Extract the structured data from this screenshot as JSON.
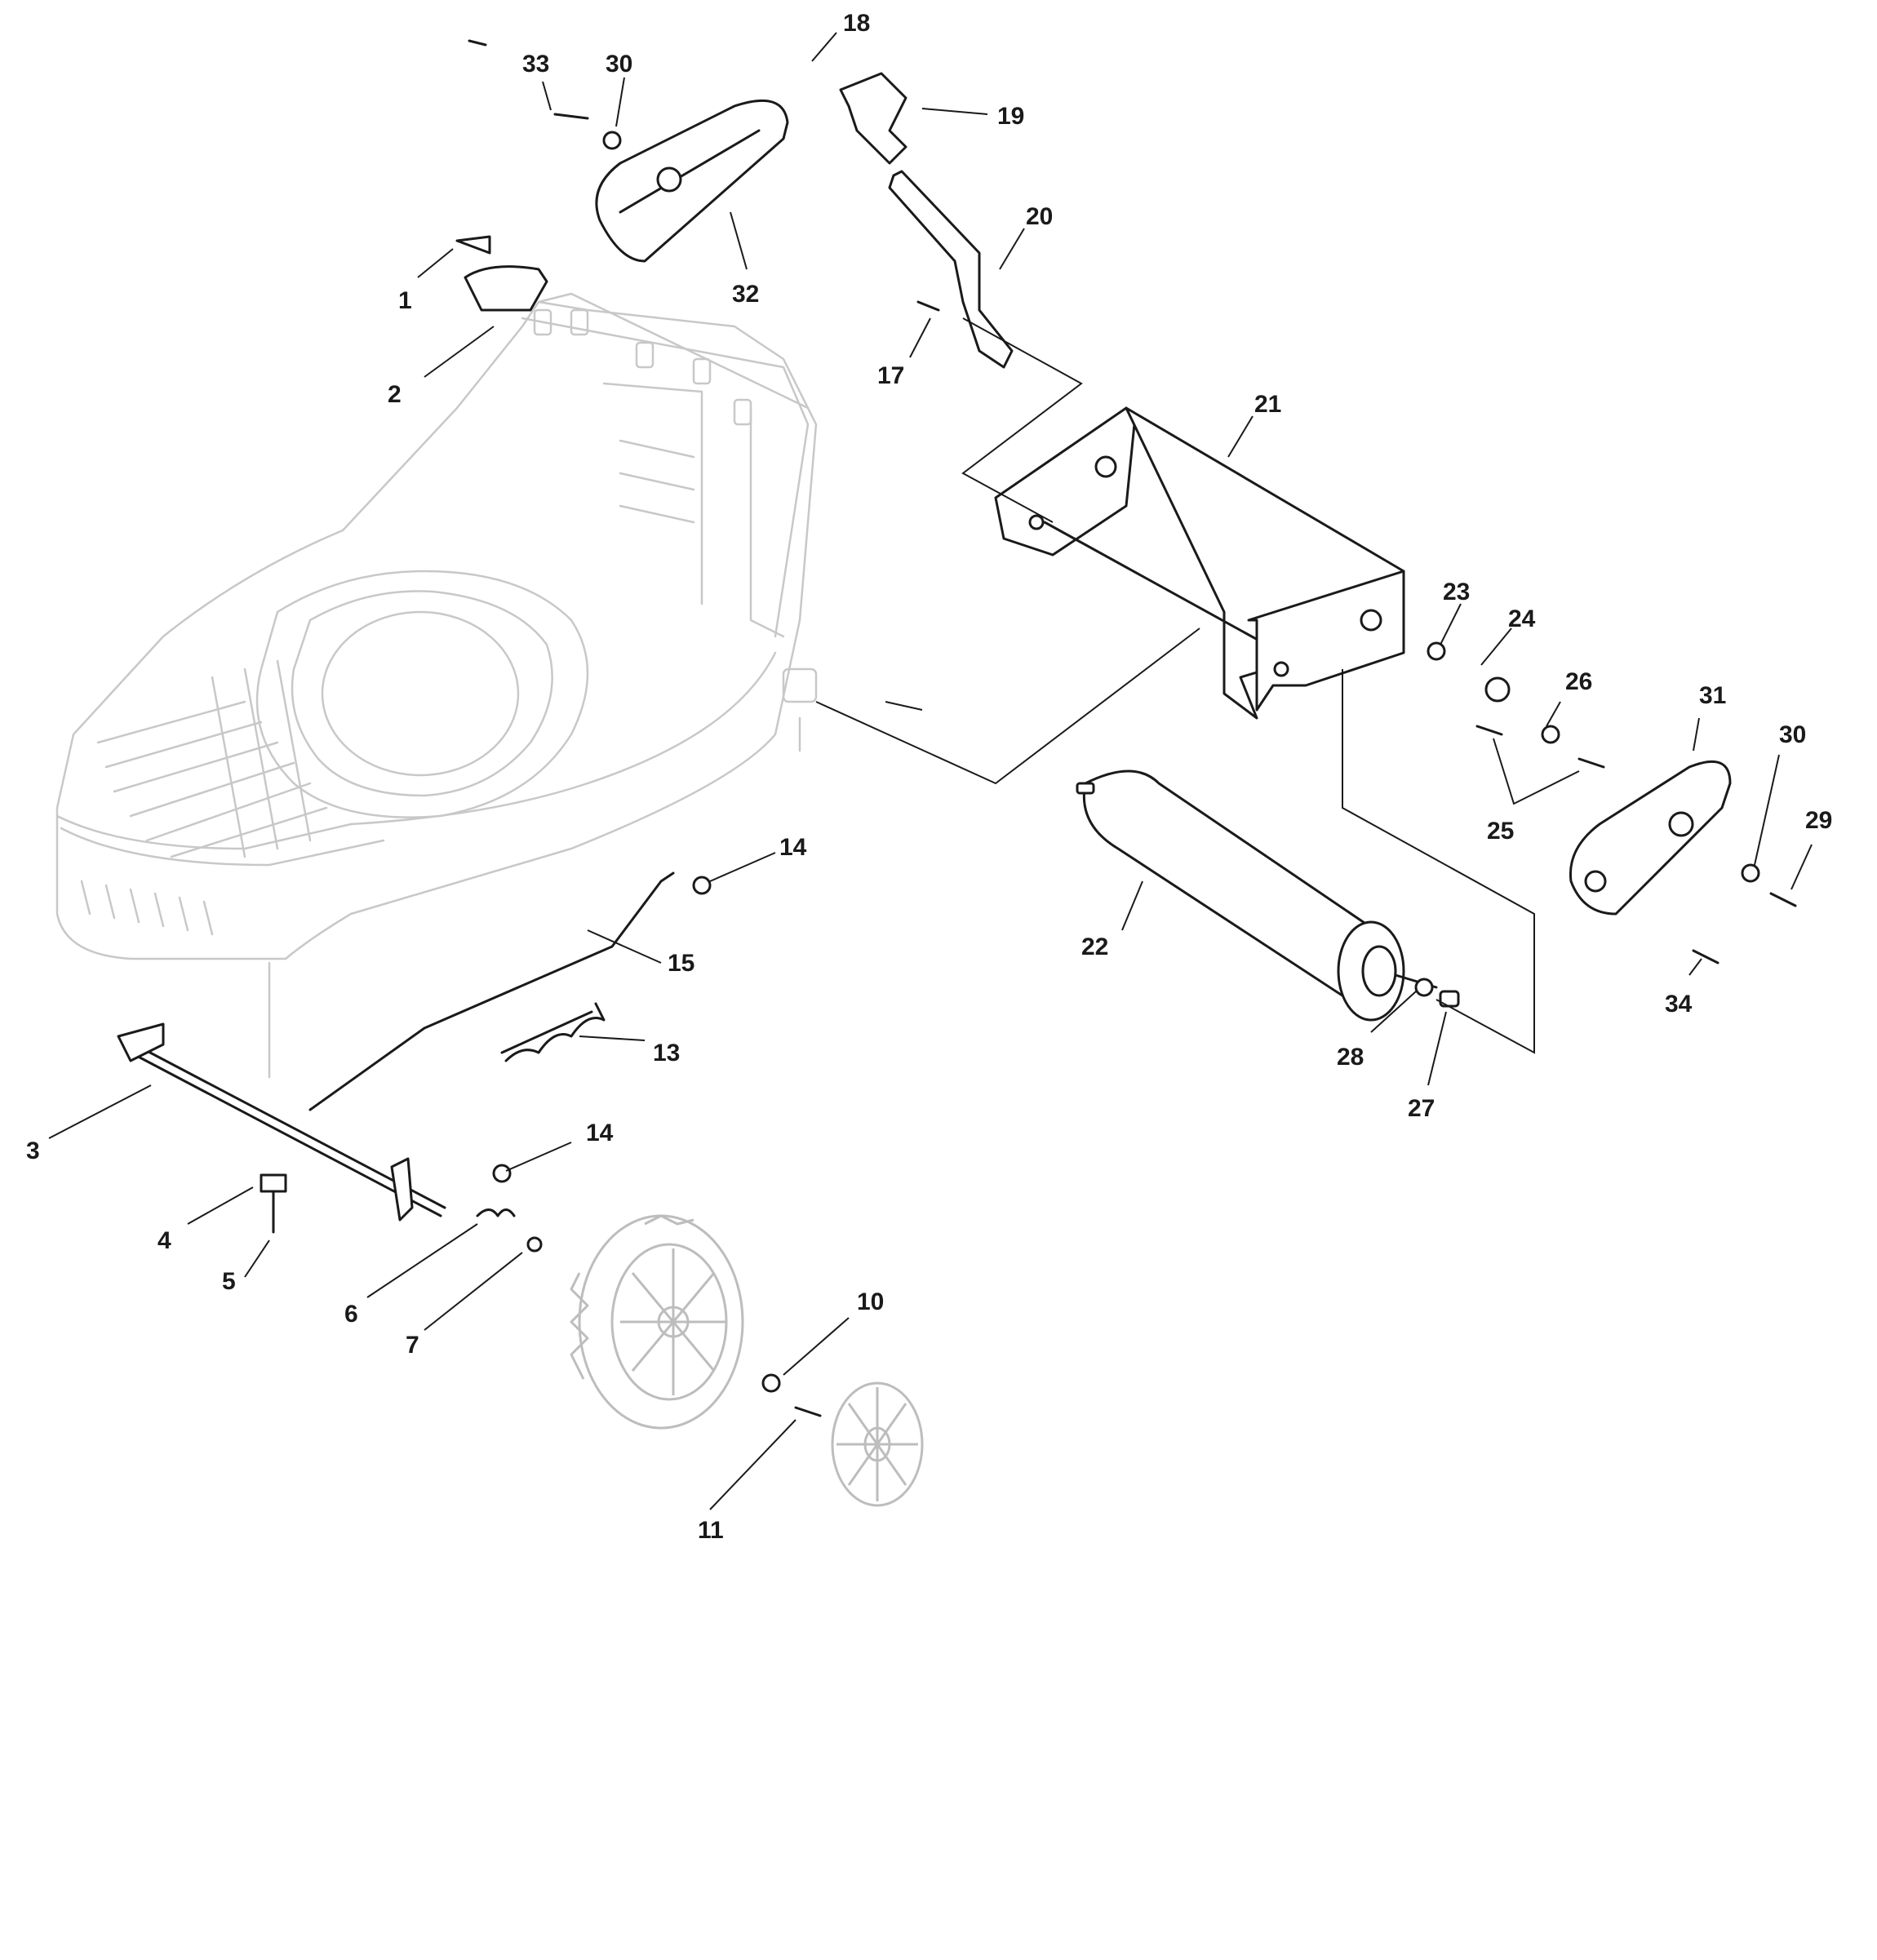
{
  "callouts": [
    {
      "id": "c1",
      "text": "1"
    },
    {
      "id": "c2",
      "text": "2"
    },
    {
      "id": "c3",
      "text": "3"
    },
    {
      "id": "c4",
      "text": "4"
    },
    {
      "id": "c5",
      "text": "5"
    },
    {
      "id": "c6",
      "text": "6"
    },
    {
      "id": "c7",
      "text": "7"
    },
    {
      "id": "c10",
      "text": "10"
    },
    {
      "id": "c11",
      "text": "11"
    },
    {
      "id": "c13",
      "text": "13"
    },
    {
      "id": "c14a",
      "text": "14"
    },
    {
      "id": "c14b",
      "text": "14"
    },
    {
      "id": "c15",
      "text": "15"
    },
    {
      "id": "c17",
      "text": "17"
    },
    {
      "id": "c18",
      "text": "18"
    },
    {
      "id": "c19",
      "text": "19"
    },
    {
      "id": "c20",
      "text": "20"
    },
    {
      "id": "c21",
      "text": "21"
    },
    {
      "id": "c22",
      "text": "22"
    },
    {
      "id": "c23",
      "text": "23"
    },
    {
      "id": "c24",
      "text": "24"
    },
    {
      "id": "c25",
      "text": "25"
    },
    {
      "id": "c26",
      "text": "26"
    },
    {
      "id": "c27",
      "text": "27"
    },
    {
      "id": "c28",
      "text": "28"
    },
    {
      "id": "c29",
      "text": "29"
    },
    {
      "id": "c30a",
      "text": "30"
    },
    {
      "id": "c30b",
      "text": "30"
    },
    {
      "id": "c31",
      "text": "31"
    },
    {
      "id": "c32",
      "text": "32"
    },
    {
      "id": "c33",
      "text": "33"
    },
    {
      "id": "c34",
      "text": "34"
    }
  ]
}
